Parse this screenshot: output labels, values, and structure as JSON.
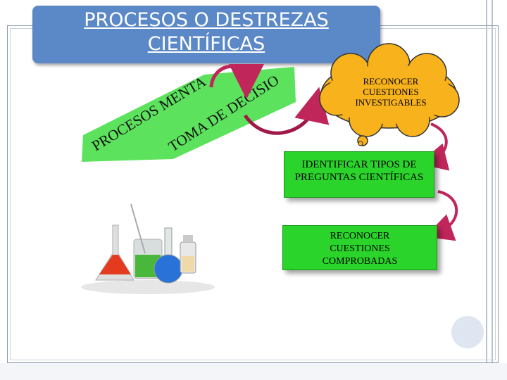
{
  "slide": {
    "title_line1": "PROCESOS O DESTREZAS",
    "title_line2": "CIENTÍFICAS",
    "ribbon_left": "PROCESOS MENTALES",
    "ribbon_right": "TOMA DE DECISIONES",
    "cloud_line1": "RECONOCER",
    "cloud_line2": "CUESTIONES",
    "cloud_line3": "INVESTIGABLES",
    "box1_line1": "IDENTIFICAR  TIPOS DE",
    "box1_line2": "PREGUNTAS CIENTÍFICAS",
    "box2_line1": "RECONOCER",
    "box2_line2": "CUESTIONES",
    "box2_line3": "COMPROBADAS"
  },
  "colors": {
    "title_bg": "#5b88c6",
    "ribbon_green": "#4fe04f",
    "cloud_fill": "#f7b21c",
    "box_green": "#2bd42b",
    "arrow": "#c0265a"
  },
  "icons": [
    "curved-arrow-icon",
    "lab-flasks-image"
  ]
}
